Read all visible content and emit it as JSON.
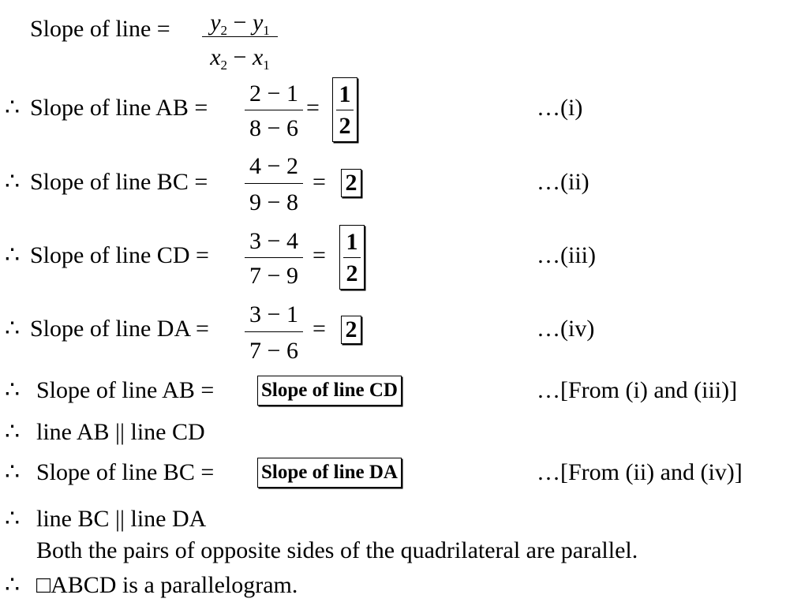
{
  "formula": {
    "label": "Slope of line =",
    "numerator": "y₂ − y₁",
    "denominator": "x₂ − x₁"
  },
  "therefore_symbol": "∴",
  "slope_lines": [
    {
      "label": "Slope of line AB =",
      "numerator": "2 − 1",
      "denominator": "8 − 6",
      "result_num": "1",
      "result_den": "2",
      "ref": "…(i)"
    },
    {
      "label": "Slope of line BC =",
      "numerator": "4 − 2",
      "denominator": "9 − 8",
      "result": "2",
      "ref": "…(ii)"
    },
    {
      "label": "Slope of line CD =",
      "numerator": "3 − 4",
      "denominator": "7 − 9",
      "result_num": "1",
      "result_den": "2",
      "ref": "…(iii)"
    },
    {
      "label": "Slope of line DA =",
      "numerator": "3 − 1",
      "denominator": "7 − 6",
      "result": "2",
      "ref": "…(iv)"
    }
  ],
  "conclusions": {
    "eq1_label": "Slope of line AB =",
    "eq1_box": "Slope of line CD",
    "eq1_ref": "…[From (i) and (iii)]",
    "parallel1": "line AB || line CD",
    "eq2_label": "Slope of line BC =",
    "eq2_box": "Slope of line DA",
    "eq2_ref": "…[From (ii) and (iv)]",
    "parallel2": "line BC || line DA",
    "statement": "Both the pairs of opposite sides of the quadrilateral are parallel.",
    "final": "□ABCD is a parallelogram."
  }
}
